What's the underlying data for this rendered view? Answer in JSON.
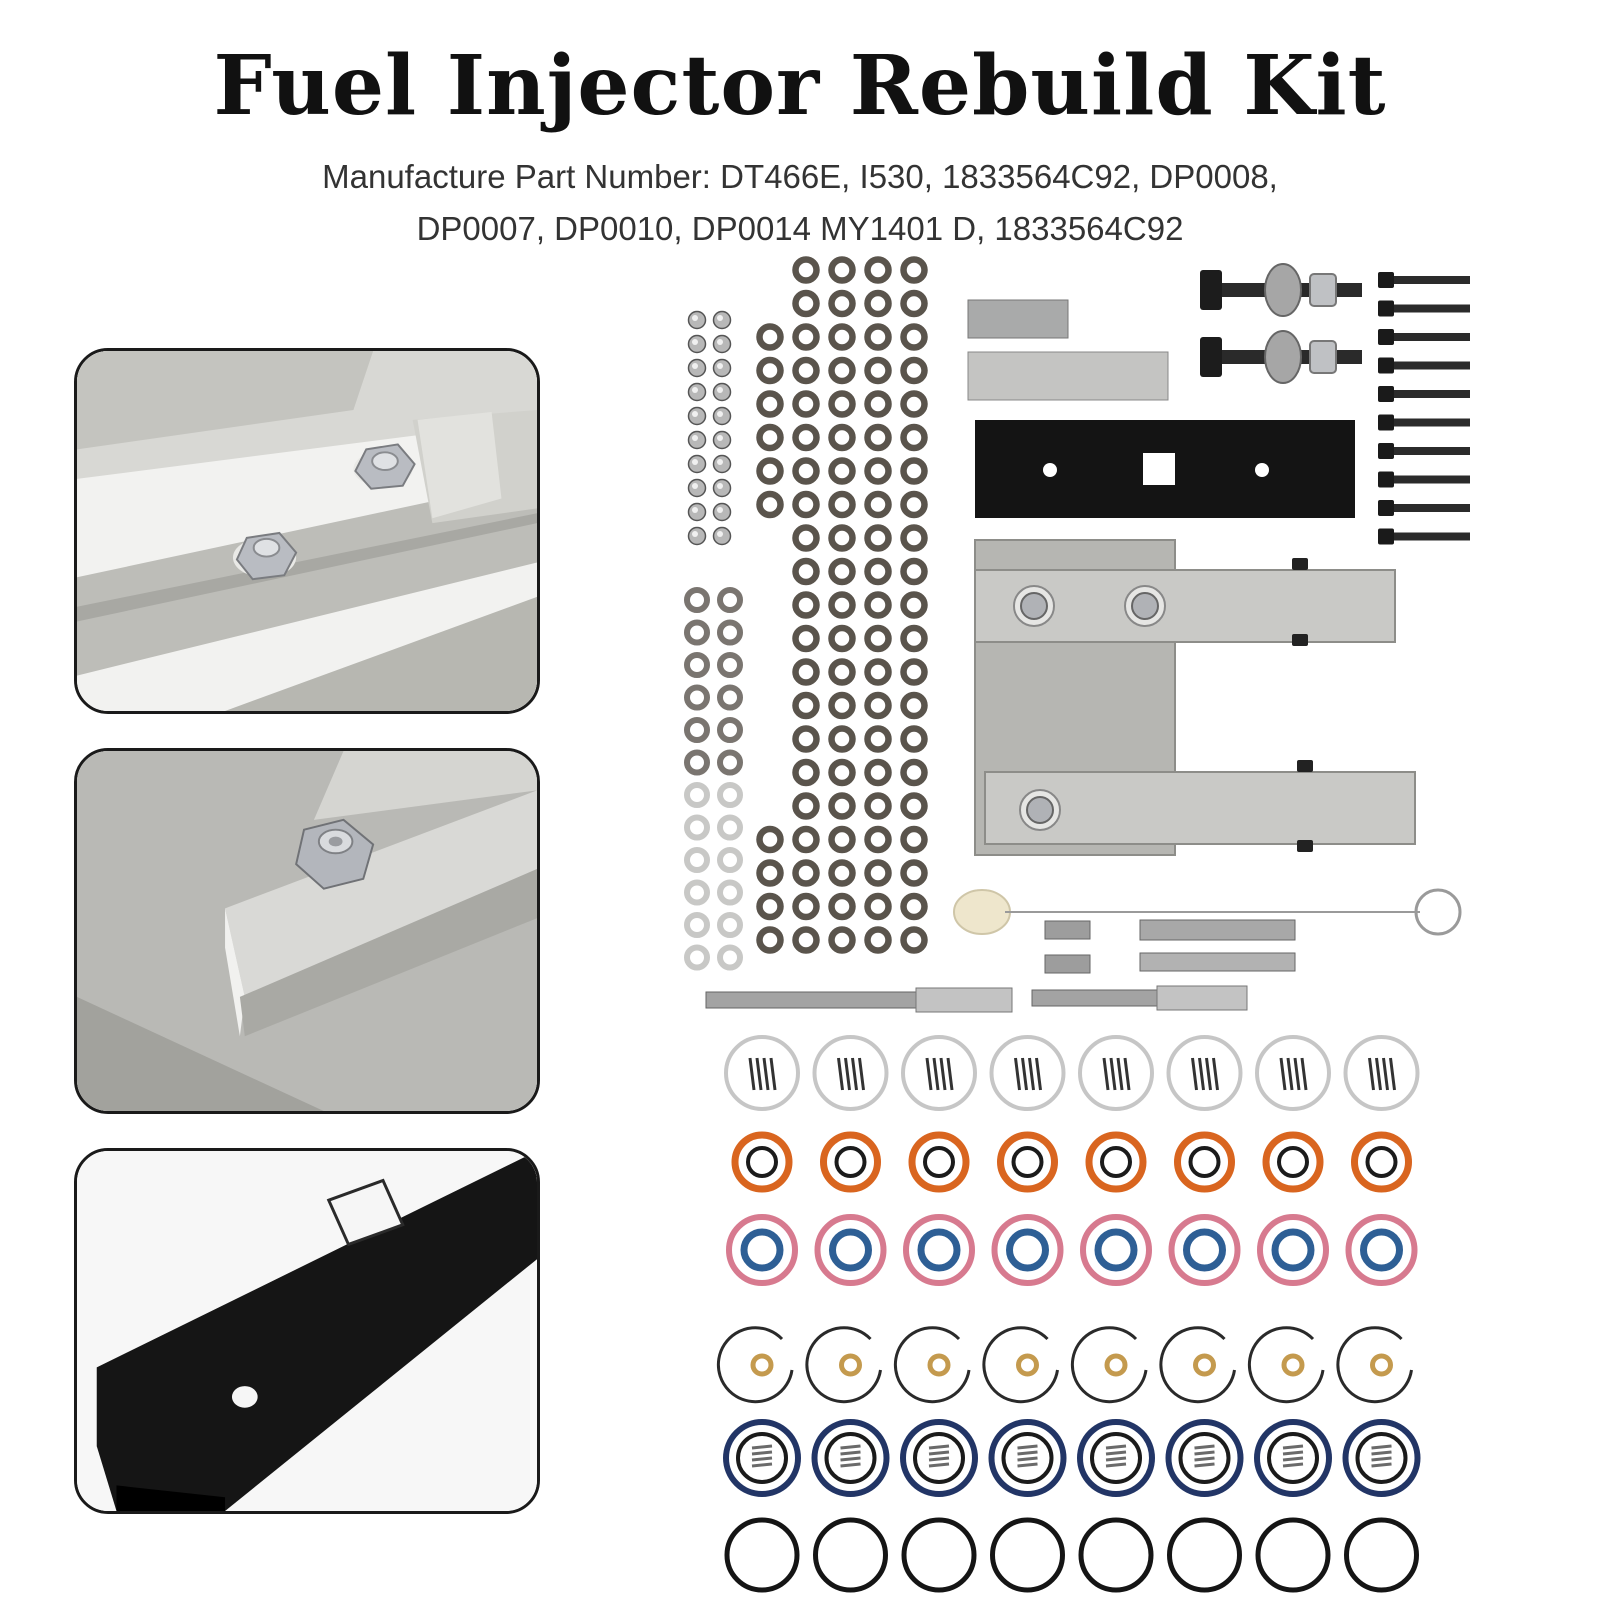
{
  "header": {
    "title": "Fuel Injector Rebuild Kit",
    "part_numbers_line1": "Manufacture Part Number: DT466E, I530, 1833564C92, DP0008,",
    "part_numbers_line2": "DP0007, DP0010, DP0014 MY1401 D, 1833564C92"
  },
  "colors": {
    "aluminum": "#c9c9c6",
    "black_steel": "#141414",
    "washer": "#5a544c",
    "orange_oring": "#d9651f",
    "pink_oring": "#d77a8f",
    "blue_oring": "#2e5f95",
    "navy_oring": "#223566",
    "brass": "#c49a4e"
  }
}
